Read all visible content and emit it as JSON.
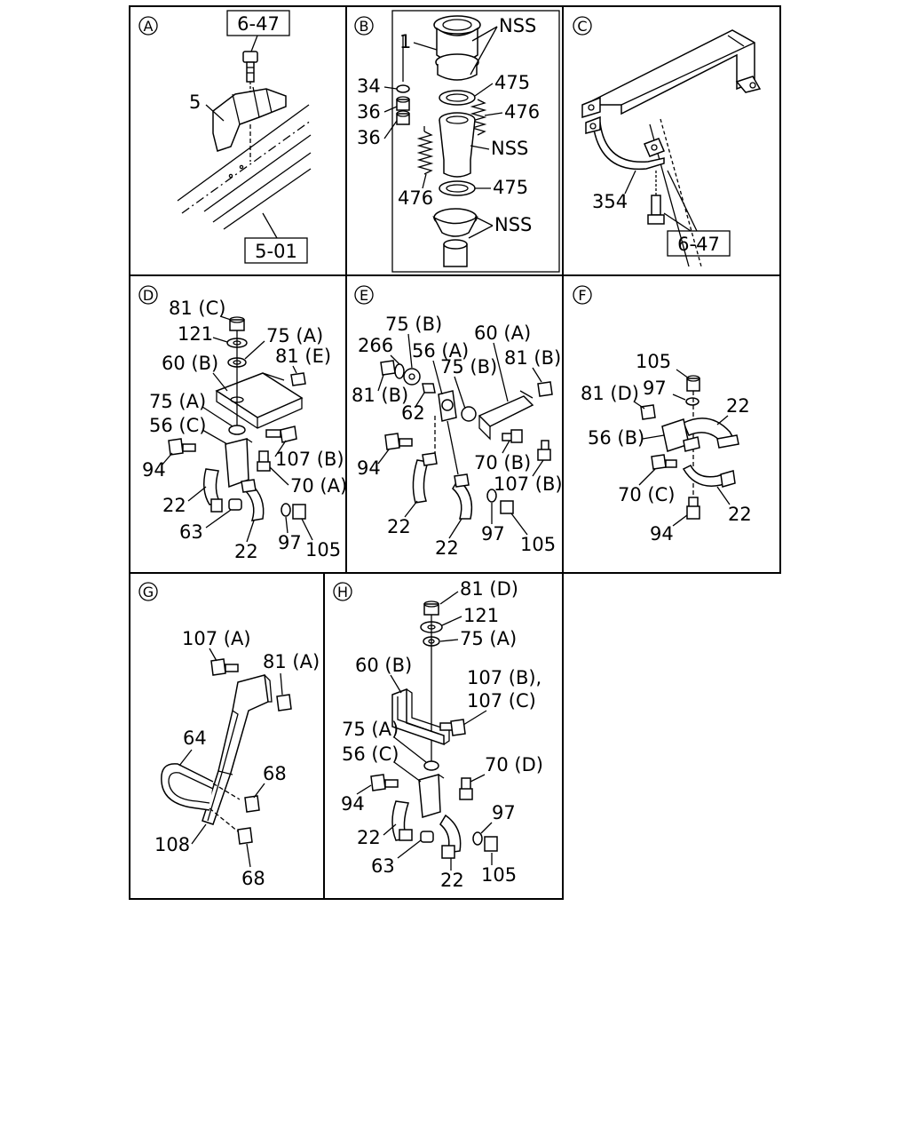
{
  "panels": [
    {
      "id": "A",
      "letter": "A",
      "labels": [
        "6-47",
        "5",
        "5-01"
      ]
    },
    {
      "id": "B",
      "letter": "B",
      "labels": [
        "NSS",
        "1",
        "34",
        "475",
        "36",
        "476",
        "36",
        "NSS",
        "476",
        "475",
        "NSS"
      ]
    },
    {
      "id": "C",
      "letter": "C",
      "labels": [
        "354",
        "6-47"
      ]
    },
    {
      "id": "D",
      "letter": "D",
      "labels": [
        "81 (C)",
        "121",
        "75 (A)",
        "60 (B)",
        "81 (E)",
        "75 (A)",
        "56 (C)",
        "94",
        "107 (B)",
        "70 (A)",
        "22",
        "63",
        "22",
        "97",
        "105"
      ]
    },
    {
      "id": "E",
      "letter": "E",
      "labels": [
        "75 (B)",
        "60 (A)",
        "266",
        "56 (A)",
        "75 (B)",
        "81 (B)",
        "81 (B)",
        "62",
        "94",
        "70 (B)",
        "107 (B)",
        "22",
        "22",
        "97",
        "105"
      ]
    },
    {
      "id": "F",
      "letter": "F",
      "labels": [
        "105",
        "81 (D)",
        "97",
        "22",
        "56 (B)",
        "70 (C)",
        "22",
        "94"
      ]
    },
    {
      "id": "G",
      "letter": "G",
      "labels": [
        "107 (A)",
        "81 (A)",
        "64",
        "68",
        "108",
        "68"
      ]
    },
    {
      "id": "H",
      "letter": "H",
      "labels": [
        "81 (D)",
        "121",
        "75 (A)",
        "60 (B)",
        "107 (B),",
        "107 (C)",
        "75 (A)",
        "56 (C)",
        "70 (D)",
        "94",
        "97",
        "22",
        "63",
        "22",
        "105"
      ]
    }
  ]
}
